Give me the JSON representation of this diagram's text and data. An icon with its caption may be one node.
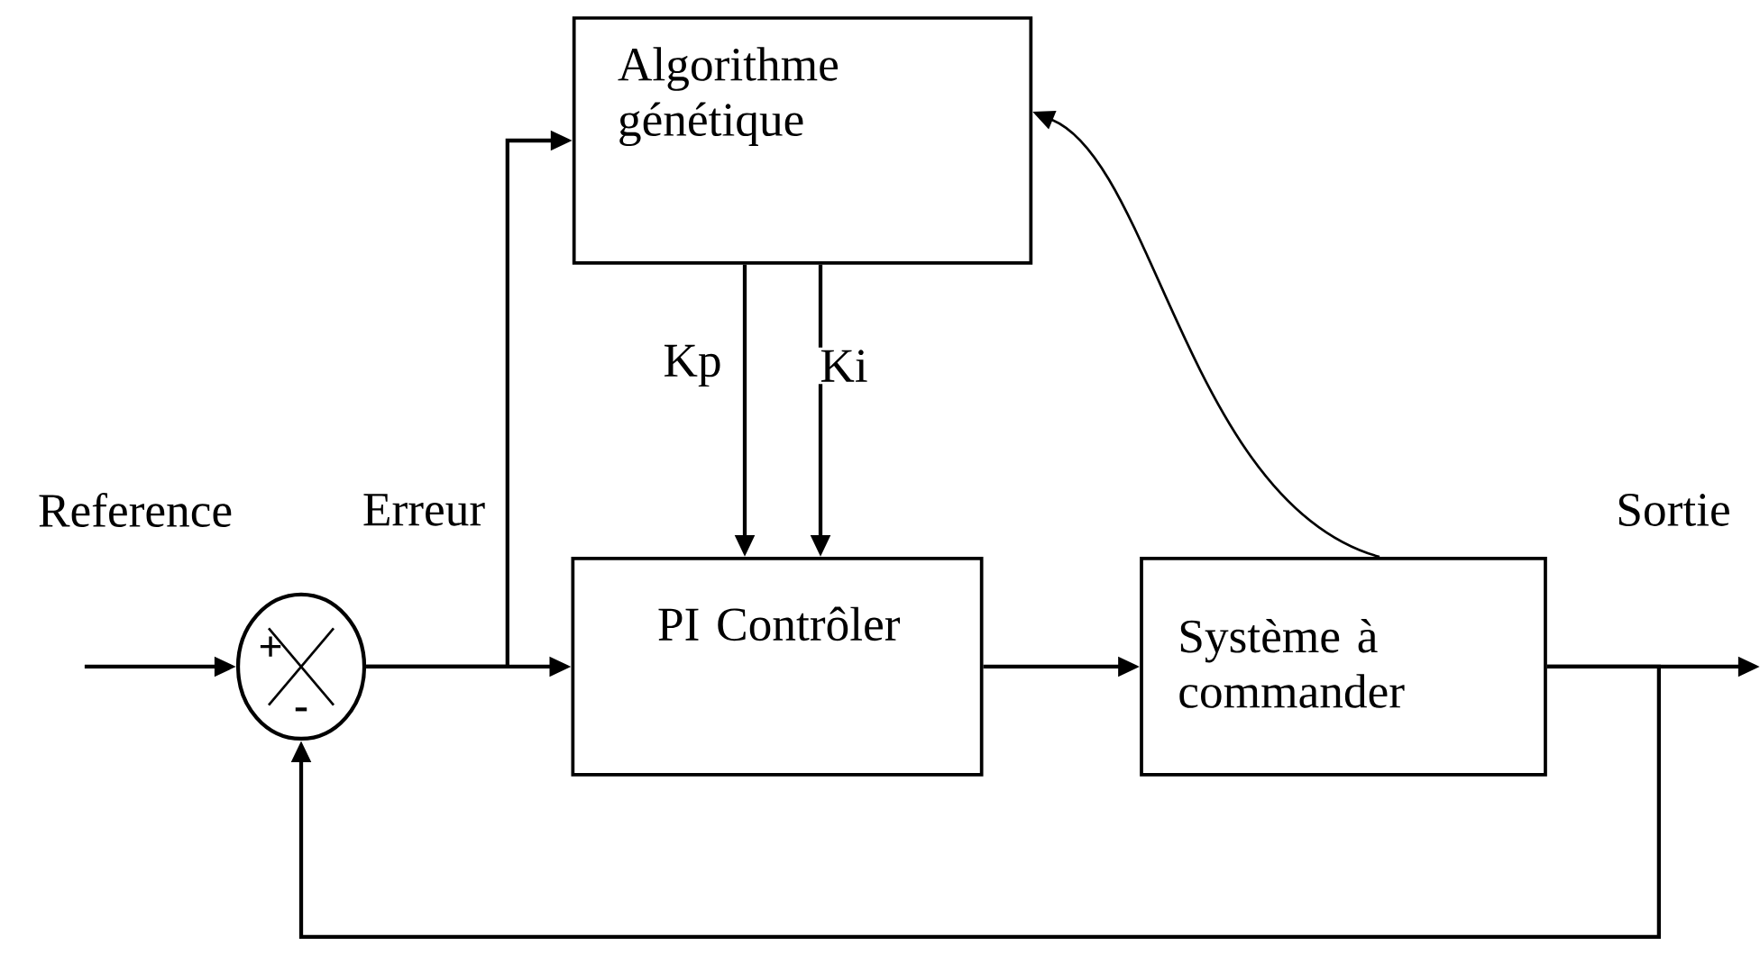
{
  "diagram": {
    "nodes": [
      {
        "text": [
          "+",
          "-"
        ]
      },
      {
        "text": [
          "Algorithme génétique"
        ]
      },
      {
        "text": [
          "PI Contrôler"
        ]
      },
      {
        "text": [
          "Système à commander"
        ]
      }
    ],
    "edges": [
      {
        "from": null,
        "to": 0,
        "arrow": "to",
        "label": "Reference"
      },
      {
        "from": 0,
        "to": 2,
        "arrow": "to"
      },
      {
        "from": 0,
        "to": 1,
        "arrow": "to"
      },
      {
        "from": 1,
        "to": 2,
        "arrow": "to",
        "label": "Kp"
      },
      {
        "from": 1,
        "to": 2,
        "arrow": "to",
        "label": "Ki"
      },
      {
        "from": 2,
        "to": 3,
        "arrow": "to"
      },
      {
        "from": 3,
        "to": 1,
        "arrow": "to"
      },
      {
        "from": 3,
        "to": null,
        "arrow": "to",
        "label": "Sortie"
      },
      {
        "from": 3,
        "to": 0,
        "arrow": "to"
      }
    ],
    "labels": [
      "Erreur"
    ]
  }
}
